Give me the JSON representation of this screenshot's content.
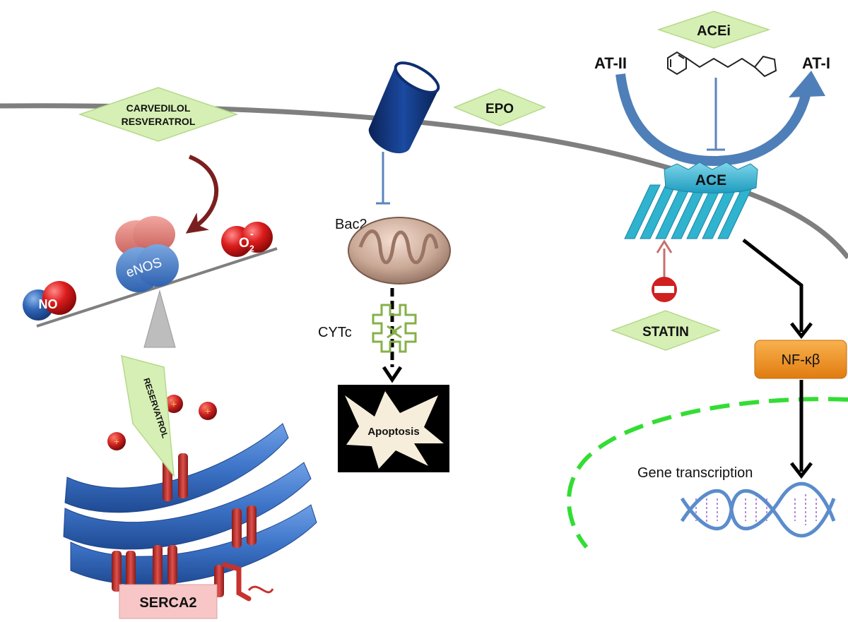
{
  "drugs": {
    "carvedilol_line1": "CARVEDILOL",
    "carvedilol_line2": "RESVERATROL",
    "epo": "EPO",
    "acei": "ACEi",
    "statin": "STATIN",
    "reservatrol": "RESERVATROL"
  },
  "labels": {
    "at_ii": "AT-II",
    "at_i": "AT-I",
    "ace": "ACE",
    "bac2": "Bac2",
    "cytc": "CYTc",
    "apoptosis": "Apoptosis",
    "enos": "eNOS",
    "no": "NO",
    "o2_base": "O",
    "o2_sub": "2",
    "o2_sup": "-",
    "nfkb": "NF-κβ",
    "gene_transcription": "Gene transcription",
    "serca2": "SERCA2",
    "plus": "+"
  },
  "colors": {
    "drug_fill": "#d6efb4",
    "drug_stroke": "#b5d98a",
    "membrane": "#7f7f7f",
    "receptor": "#0e2f70",
    "inhibit_line": "#5b84bd",
    "ace_arc": "#4f7fb8",
    "ace_teal": "#2fb3cf",
    "nucleus_dash": "#33dd33",
    "nfkb_fill": "#f39a2a",
    "serca_fill": "#f8c6c6",
    "er_blue": "#3d74c8",
    "channel_red": "#c8322e",
    "stop_red": "#d02020",
    "carvedilol_arrow": "#7a1f1f"
  }
}
